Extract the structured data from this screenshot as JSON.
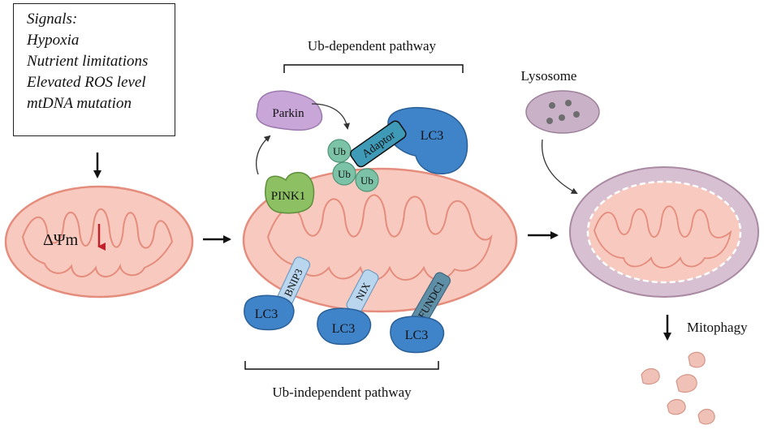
{
  "signals": {
    "title": "Signals:",
    "items": [
      "Hypoxia",
      "Nutrient limitations",
      "Elevated ROS level",
      "mtDNA mutation"
    ]
  },
  "labels": {
    "delta_psi": "ΔΨm",
    "ub_dependent": "Ub-dependent pathway",
    "ub_independent": "Ub-independent pathway",
    "lysosome": "Lysosome",
    "mitophagy": "Mitophagy",
    "parkin": "Parkin",
    "pink1": "PINK1",
    "adaptor": "Adaptor",
    "ub": "Ub",
    "lc3": "LC3",
    "bnip3": "BNIP3",
    "nix": "NIX",
    "fundc1": "FUNDC1"
  },
  "colors": {
    "mito_fill": "#f7c9bf",
    "mito_stroke": "#e58d7d",
    "lc3_fill": "#3f83c9",
    "lc3_stroke": "#2a5f97",
    "ub_fill": "#7cc2a6",
    "parkin_fill": "#c9a6d8",
    "pink1_fill": "#8cc063",
    "lysosome_fill": "#c9b2c7",
    "arrow_red": "#c0212a"
  }
}
